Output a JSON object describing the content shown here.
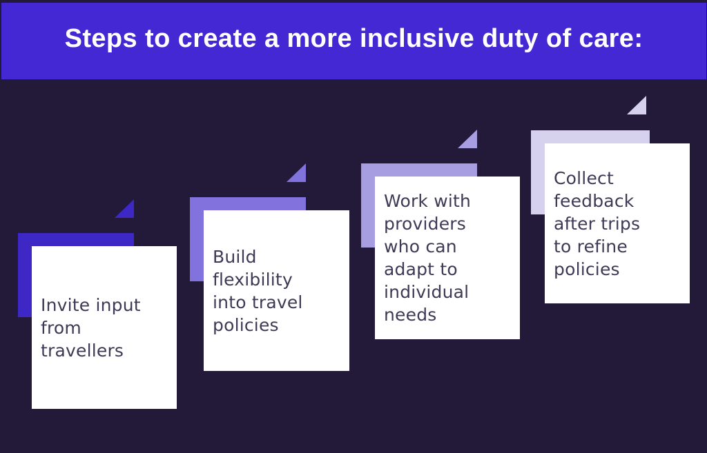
{
  "header": {
    "title": "Steps to create a more inclusive duty of care:"
  },
  "steps": [
    {
      "label": "Invite input\nfrom\ntravellers",
      "accent": "#3d28c5"
    },
    {
      "label": "Build\nflexibility\ninto travel\npolicies",
      "accent": "#8172dd"
    },
    {
      "label": "Work with\nproviders\nwho can\nadapt to\nindividual\nneeds",
      "accent": "#a79ee1"
    },
    {
      "label": "Collect\nfeedback\nafter trips\nto refine\npolicies",
      "accent": "#d6d2ee"
    }
  ],
  "colors": {
    "background": "#231a39",
    "banner": "#4428d4",
    "banner_text": "#ffffff",
    "card": "#ffffff",
    "card_text": "#3e3a55"
  }
}
